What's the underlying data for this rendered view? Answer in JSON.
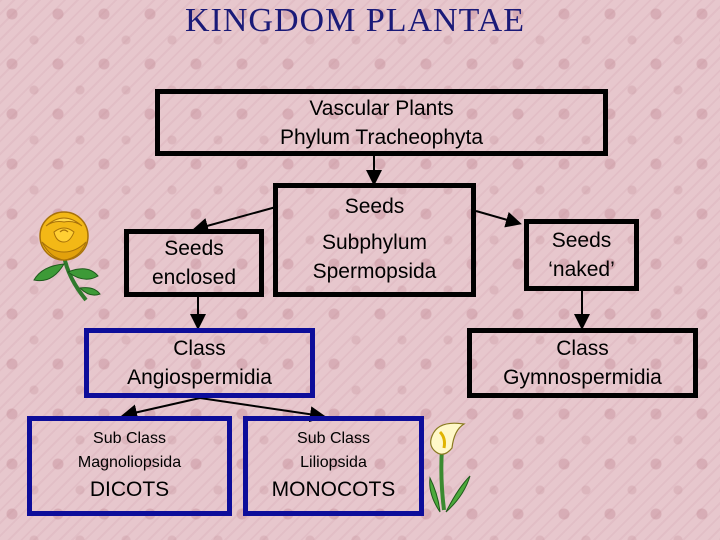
{
  "title": "KINGDOM PLANTAE",
  "vascular": {
    "line1": "Vascular Plants",
    "line2": "Phylum Tracheophyta"
  },
  "seeds": {
    "label": "Seeds"
  },
  "enclosed": {
    "line1": "Seeds",
    "line2": "enclosed"
  },
  "subphylum": {
    "line1": "Subphylum",
    "line2": "Spermopsida"
  },
  "naked": {
    "line1": "Seeds",
    "line2": "‘naked’"
  },
  "angio": {
    "line1": "Class",
    "line2": "Angiospermidia"
  },
  "gymno": {
    "line1": "Class",
    "line2": "Gymnospermidia"
  },
  "magnolio": {
    "line1": "Sub Class",
    "line2": "Magnoliopsida",
    "group": "DICOTS"
  },
  "lilio": {
    "line1": "Sub Class",
    "line2": "Liliopsida",
    "group": "MONOCOTS"
  },
  "icons": {
    "left": "yellow-rose-icon",
    "right": "calla-lily-icon"
  },
  "colors": {
    "background": "#e7c7cd",
    "title": "#1a1a78",
    "blue_border": "#0d0d9a",
    "black_border": "#000000"
  }
}
